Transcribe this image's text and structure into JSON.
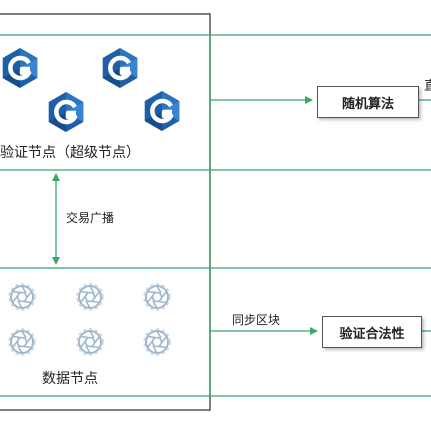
{
  "labels": {
    "validator_nodes": "验证节点（超级节点）",
    "tx_broadcast": "交易广播",
    "sync_block": "同步区块",
    "data_nodes": "数据节点",
    "cut_off_top": "直"
  },
  "boxes": {
    "random_algo": "随机算法",
    "verify_legality": "验证合法性"
  },
  "colors": {
    "line_green": "#3aa86b",
    "hex_dark": "#1e5fa8",
    "hex_light": "#4d8fd1",
    "camera_gray": "#9fb6cc"
  },
  "icons": {
    "validator": "hexagon-g-icon",
    "data": "camera-aperture-icon"
  }
}
